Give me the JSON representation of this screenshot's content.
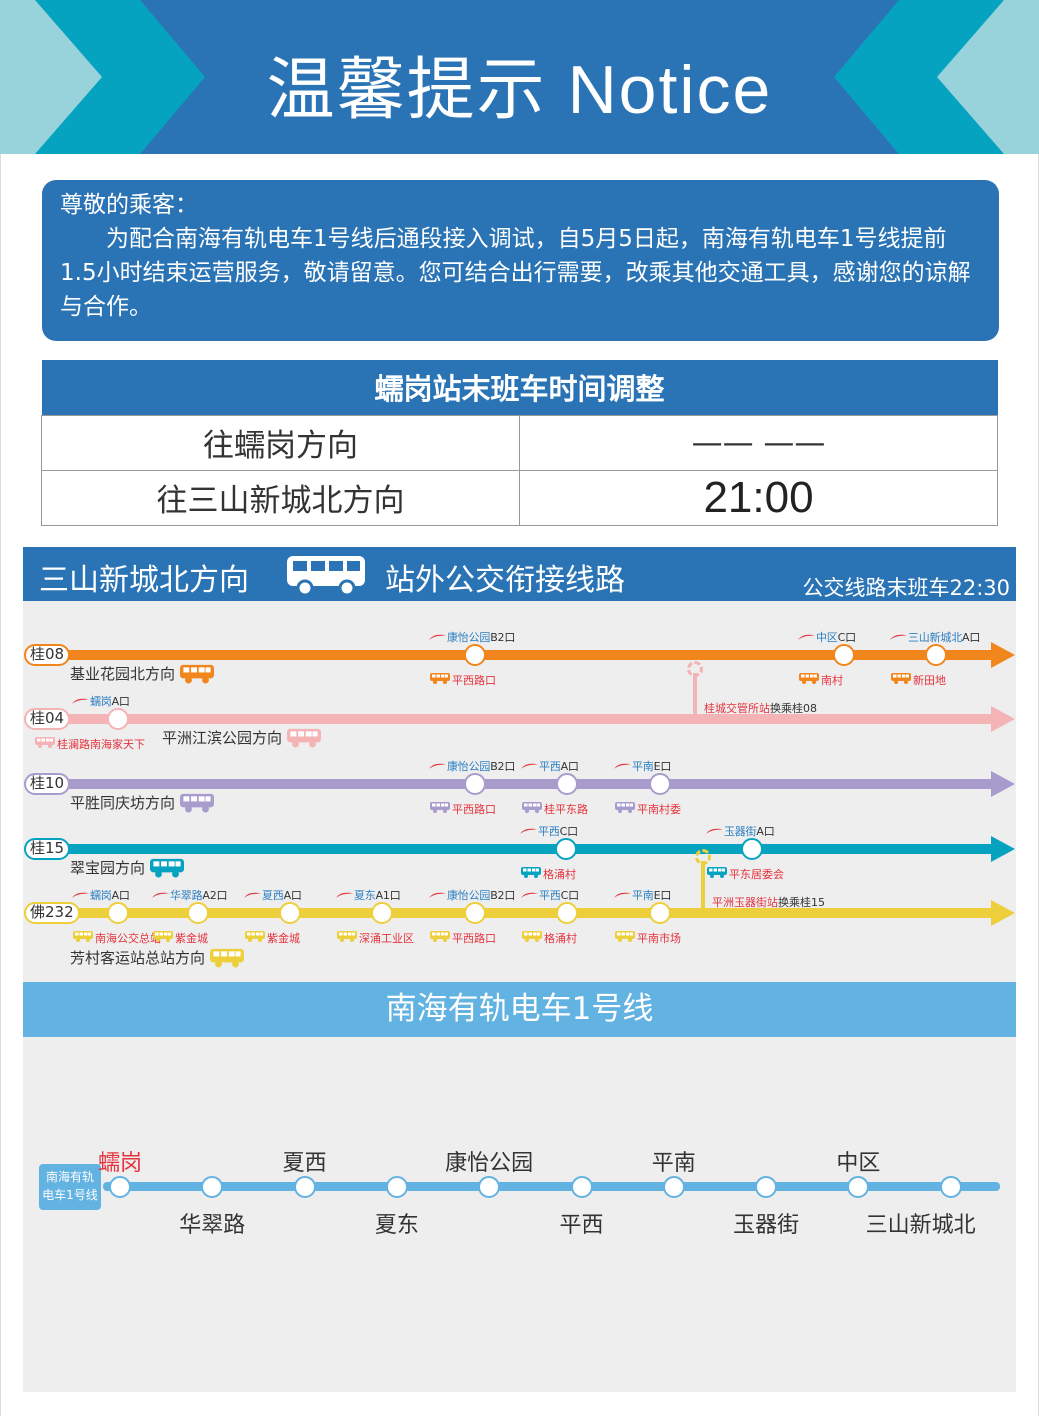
{
  "header": {
    "title": "温馨提示 Notice"
  },
  "notice": {
    "greeting": "尊敬的乘客：",
    "body": "为配合南海有轨电车1号线后通段接入调试，自5月5日起，南海有轨电车1号线提前1.5小时结束运营服务，敬请留意。您可结合出行需要，改乘其他交通工具，感谢您的谅解与合作。"
  },
  "schedule": {
    "title": "蠕岗站末班车时间调整",
    "rows": [
      {
        "direction": "往蠕岗方向",
        "time": "—— ——"
      },
      {
        "direction": "往三山新城北方向",
        "time": "21:00"
      }
    ]
  },
  "bus_section": {
    "direction": "三山新城北方向",
    "title": "站外公交衔接线路",
    "last_bus": "公交线路末班车22:30"
  },
  "bus_lines": [
    {
      "name": "桂08",
      "color": "#f0861c",
      "direction": "基业花园北方向",
      "stops": [
        {
          "metro": "康怡公园",
          "exit": "B2口",
          "bus": "平西路口"
        },
        {
          "metro": "中区",
          "exit": "C口",
          "bus": "南村"
        },
        {
          "metro": "三山新城北",
          "exit": "A口",
          "bus": "新田地"
        }
      ]
    },
    {
      "name": "桂04",
      "color": "#f4b3b5",
      "direction": "平洲江滨公园方向",
      "stops": [
        {
          "metro": "蠕岗",
          "exit": "A口",
          "bus": "桂澜路南海家天下"
        }
      ],
      "transfer": {
        "station": "桂城交管所站",
        "text": "换乘桂08"
      }
    },
    {
      "name": "桂10",
      "color": "#a89ccd",
      "direction": "平胜同庆坊方向",
      "stops": [
        {
          "metro": "康怡公园",
          "exit": "B2口",
          "bus": "平西路口"
        },
        {
          "metro": "平西",
          "exit": "A口",
          "bus": "桂平东路"
        },
        {
          "metro": "平南",
          "exit": "E口",
          "bus": "平南村委"
        }
      ]
    },
    {
      "name": "桂15",
      "color": "#06a3c1",
      "direction": "翠宝园方向",
      "stops": [
        {
          "metro": "平西",
          "exit": "C口",
          "bus": "格涌村"
        },
        {
          "metro": "玉器街",
          "exit": "A口",
          "bus": "平东居委会"
        }
      ]
    },
    {
      "name": "佛232",
      "color": "#edcf3b",
      "direction": "芳村客运站总站方向",
      "stops": [
        {
          "metro": "蠕岗",
          "exit": "A口",
          "bus": "南海公交总站"
        },
        {
          "metro": "华翠路",
          "exit": "A2口",
          "bus": "紫金城"
        },
        {
          "metro": "夏西",
          "exit": "A口",
          "bus": "紫金城"
        },
        {
          "metro": "夏东",
          "exit": "A1口",
          "bus": "深涌工业区"
        },
        {
          "metro": "康怡公园",
          "exit": "B2口",
          "bus": "平西路口"
        },
        {
          "metro": "平西",
          "exit": "C口",
          "bus": "格涌村"
        },
        {
          "metro": "平南",
          "exit": "E口",
          "bus": "平南市场"
        }
      ],
      "transfer": {
        "station": "平洲玉器街站",
        "text": "换乘桂15"
      }
    }
  ],
  "tram": {
    "title": "南海有轨电车1号线",
    "badge": "南海有轨电车1号线",
    "current_color": "#e5333d",
    "stations": [
      "蠕岗",
      "华翠路",
      "夏西",
      "夏东",
      "康怡公园",
      "平西",
      "平南",
      "玉器街",
      "中区",
      "三山新城北"
    ]
  }
}
